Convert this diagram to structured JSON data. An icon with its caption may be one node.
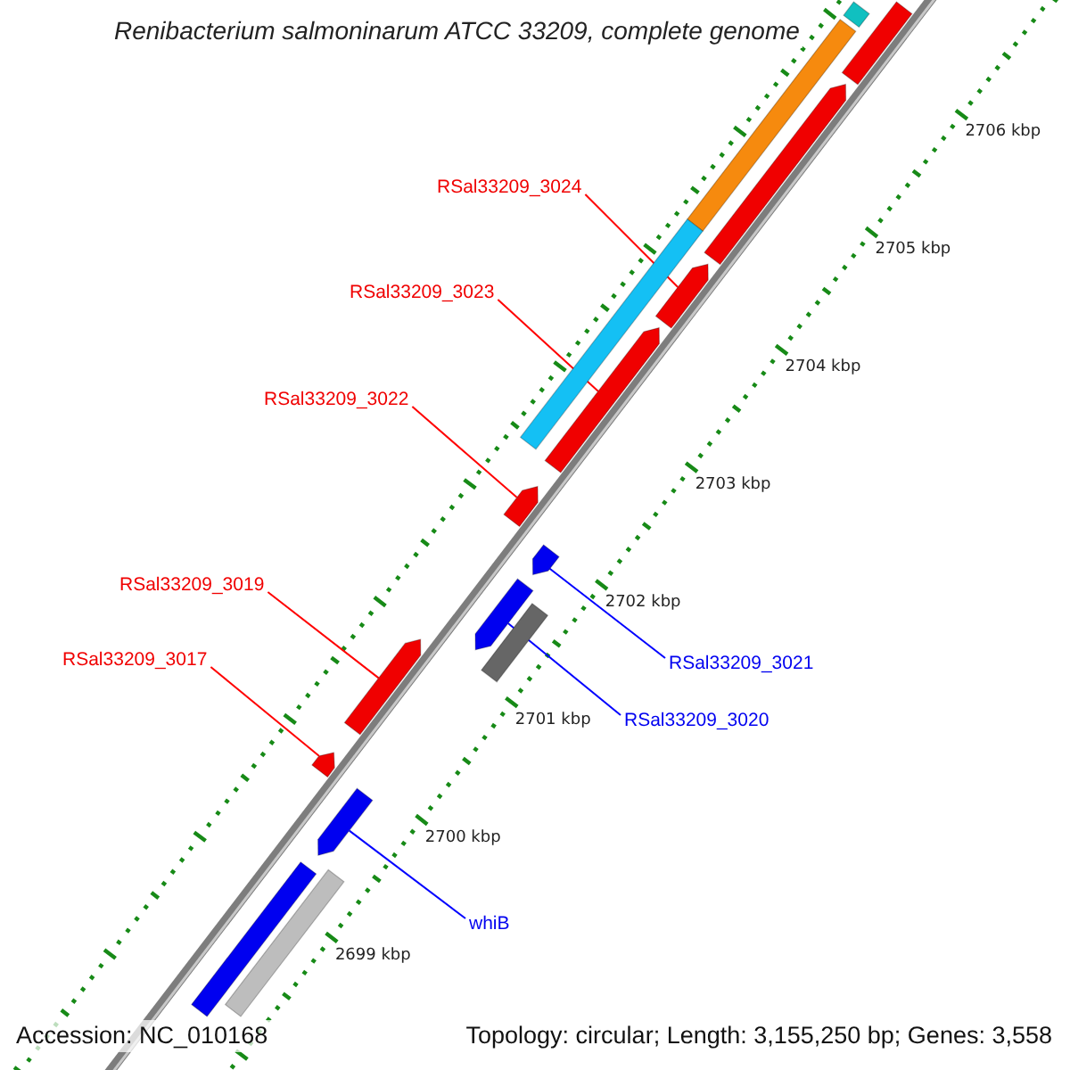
{
  "diagram": {
    "title": "Renibacterium salmoninarum ATCC 33209, complete genome",
    "nodes": [
      {
        "text": [
          "RSal33209_3024"
        ]
      },
      {
        "text": [],
        "shape": "arrow"
      },
      {
        "text": [
          "RSal33209_3023"
        ]
      },
      {
        "text": [],
        "shape": "arrow"
      },
      {
        "text": [
          "RSal33209_3022"
        ]
      },
      {
        "text": [],
        "shape": "arrow"
      },
      {
        "text": [
          "RSal33209_3019"
        ]
      },
      {
        "text": [],
        "shape": "arrow"
      },
      {
        "text": [
          "RSal33209_3017"
        ]
      },
      {
        "text": [],
        "shape": "arrow"
      },
      {
        "text": [
          "RSal33209_3021"
        ]
      },
      {
        "text": [],
        "shape": "arrow"
      },
      {
        "text": [
          "RSal33209_3020"
        ]
      },
      {
        "text": [],
        "shape": "arrow"
      },
      {
        "text": [
          "whiB"
        ]
      },
      {
        "text": [],
        "shape": "arrow"
      },
      {
        "text": [],
        "shape": "bar"
      },
      {
        "text": [],
        "shape": "bar"
      },
      {
        "text": [],
        "shape": "arrow"
      },
      {
        "text": [],
        "shape": "arrow"
      },
      {
        "text": [],
        "shape": "bar"
      },
      {
        "text": [],
        "shape": "bar"
      },
      {
        "text": [],
        "shape": "arrow"
      },
      {
        "text": [],
        "shape": "bar"
      }
    ],
    "edges": [
      {
        "from": 0,
        "to": 1,
        "arrow": "none"
      },
      {
        "from": 2,
        "to": 3,
        "arrow": "none"
      },
      {
        "from": 4,
        "to": 5,
        "arrow": "none"
      },
      {
        "from": 6,
        "to": 7,
        "arrow": "none"
      },
      {
        "from": 8,
        "to": 9,
        "arrow": "none"
      },
      {
        "from": 10,
        "to": 11,
        "arrow": "none",
        "color": "#0000ff"
      },
      {
        "from": 12,
        "to": 13,
        "arrow": "none",
        "color": "#0000ff"
      },
      {
        "from": 14,
        "to": 15,
        "arrow": "none",
        "color": "#0000ff"
      }
    ],
    "labels": [
      "2706 kbp",
      "2705 kbp",
      "2704 kbp",
      "2703 kbp",
      "2702 kbp",
      "2701 kbp",
      "2700 kbp",
      "2699 kbp",
      "Accession: NC_010168",
      "Topology: circular; Length: 3,155,250 bp; Genes: 3,558"
    ]
  }
}
